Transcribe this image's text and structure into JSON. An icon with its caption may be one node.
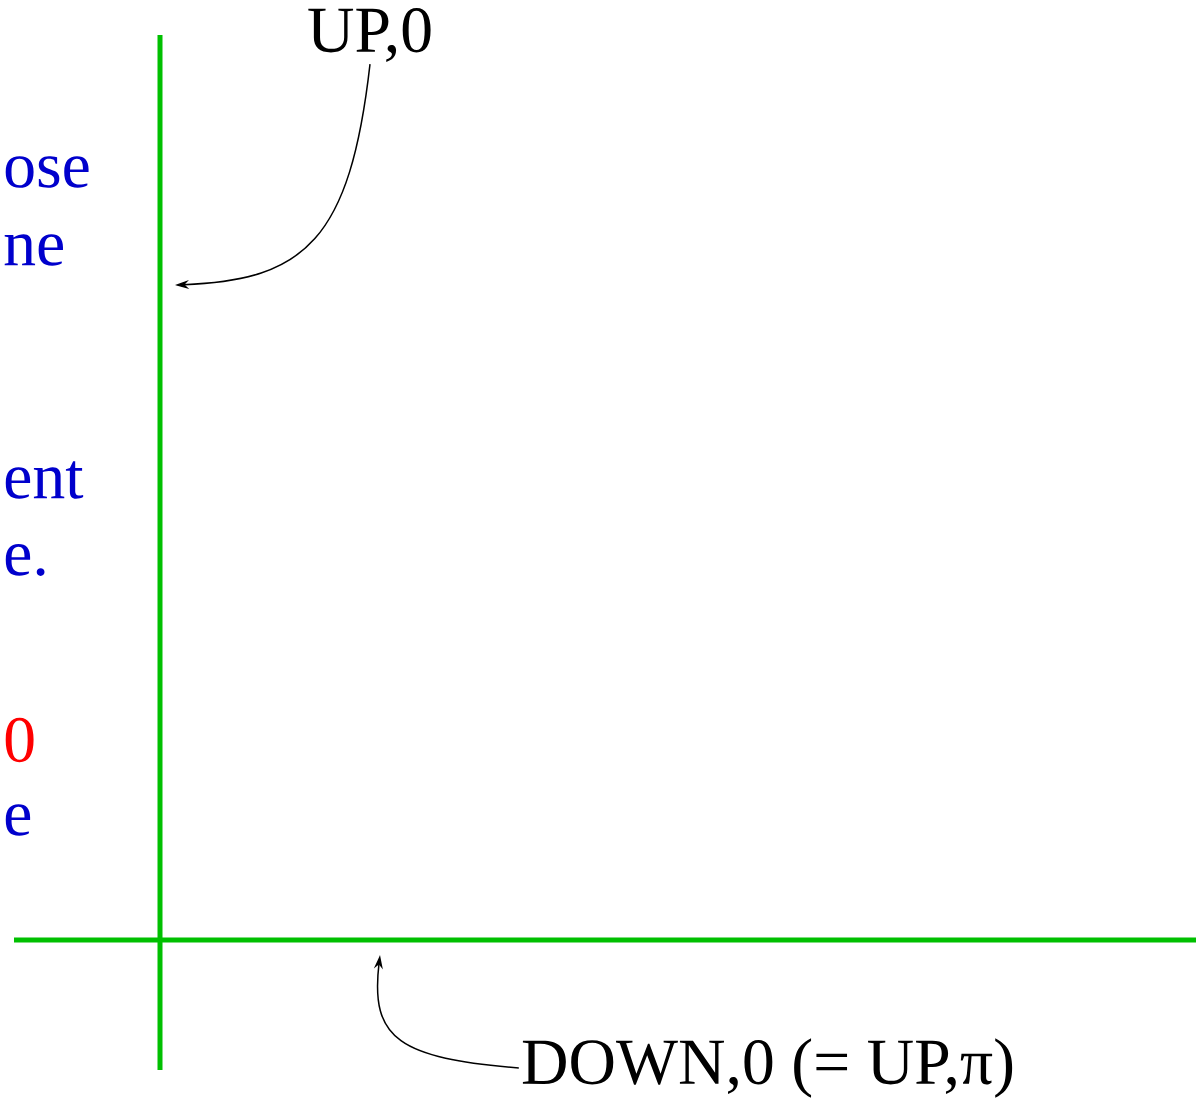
{
  "diagram": {
    "nodes": [
      {
        "text": [
          "UP,0"
        ]
      },
      {
        "text": [
          "DOWN,0 (= UP,π)"
        ]
      }
    ],
    "edges": [
      {
        "from": 0,
        "to": null,
        "arrow": "to"
      },
      {
        "from": 1,
        "to": null,
        "arrow": "to"
      }
    ],
    "labels": [
      "ose",
      "ne",
      "ent",
      "e.",
      "0",
      "e"
    ]
  }
}
